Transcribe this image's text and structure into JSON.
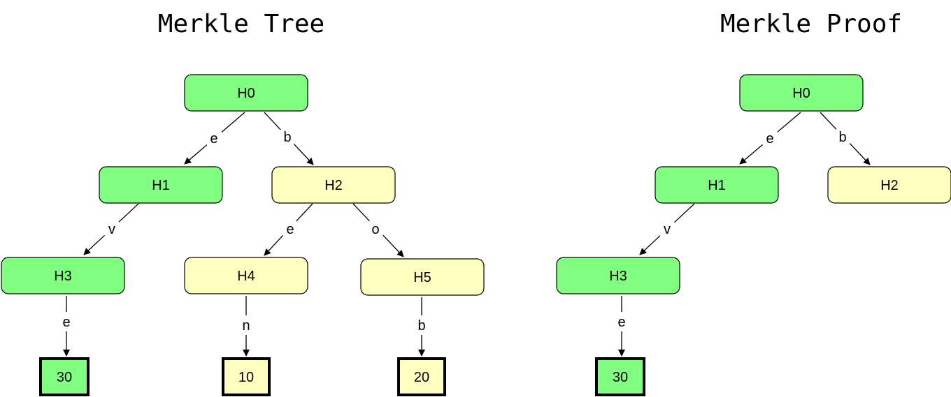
{
  "colors": {
    "green": "#80ff80",
    "yellow": "#ffffc0",
    "stroke": "#000000",
    "background": "#ffffff"
  },
  "diagrams": [
    {
      "title": "Merkle Tree",
      "nodes": [
        {
          "id": "h0",
          "label": "H0",
          "kind": "hash",
          "color": "green"
        },
        {
          "id": "h1",
          "label": "H1",
          "kind": "hash",
          "color": "green"
        },
        {
          "id": "h2",
          "label": "H2",
          "kind": "hash",
          "color": "yellow"
        },
        {
          "id": "h3",
          "label": "H3",
          "kind": "hash",
          "color": "green"
        },
        {
          "id": "h4",
          "label": "H4",
          "kind": "hash",
          "color": "yellow"
        },
        {
          "id": "h5",
          "label": "H5",
          "kind": "hash",
          "color": "yellow"
        },
        {
          "id": "l30",
          "label": "30",
          "kind": "value",
          "color": "green"
        },
        {
          "id": "l10",
          "label": "10",
          "kind": "value",
          "color": "yellow"
        },
        {
          "id": "l20",
          "label": "20",
          "kind": "value",
          "color": "yellow"
        }
      ],
      "edges": [
        {
          "from": "h0",
          "to": "h1",
          "label": "e"
        },
        {
          "from": "h0",
          "to": "h2",
          "label": "b"
        },
        {
          "from": "h1",
          "to": "h3",
          "label": "v"
        },
        {
          "from": "h2",
          "to": "h4",
          "label": "e"
        },
        {
          "from": "h2",
          "to": "h5",
          "label": "o"
        },
        {
          "from": "h3",
          "to": "l30",
          "label": "e"
        },
        {
          "from": "h4",
          "to": "l10",
          "label": "n"
        },
        {
          "from": "h5",
          "to": "l20",
          "label": "b"
        }
      ]
    },
    {
      "title": "Merkle Proof",
      "nodes": [
        {
          "id": "h0",
          "label": "H0",
          "kind": "hash",
          "color": "green"
        },
        {
          "id": "h1",
          "label": "H1",
          "kind": "hash",
          "color": "green"
        },
        {
          "id": "h2",
          "label": "H2",
          "kind": "hash",
          "color": "yellow"
        },
        {
          "id": "h3",
          "label": "H3",
          "kind": "hash",
          "color": "green"
        },
        {
          "id": "l30",
          "label": "30",
          "kind": "value",
          "color": "green"
        }
      ],
      "edges": [
        {
          "from": "h0",
          "to": "h1",
          "label": "e"
        },
        {
          "from": "h0",
          "to": "h2",
          "label": "b"
        },
        {
          "from": "h1",
          "to": "h3",
          "label": "v"
        },
        {
          "from": "h3",
          "to": "l30",
          "label": "e"
        }
      ]
    }
  ]
}
